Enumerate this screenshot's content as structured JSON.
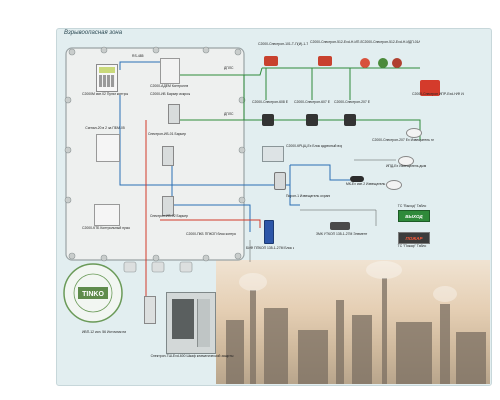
{
  "zone_title": "Взрывоопасная зона",
  "company_seal": "ТД ТИНКО",
  "devices": [
    {
      "id": "s2000m_ex",
      "label": "С2000М исп.02 Пульт контроля и управления"
    },
    {
      "id": "rs485",
      "label": "RS-485"
    },
    {
      "id": "s2000_adem",
      "label": "С2000-АДЕМ Контроллер"
    },
    {
      "id": "s2000_ib",
      "label": "С2000-ИБ Барьер искрозащиты"
    },
    {
      "id": "dpls",
      "label": "ДПЛС"
    },
    {
      "id": "signal20",
      "label": "Сигнал-20 в 2 за ПБМ-05"
    },
    {
      "id": "spectron_ib01",
      "label": "Спектрон-ИБ-01 Барьер искрозащиты"
    },
    {
      "id": "s2000_ktb",
      "label": "С2000-КТБ Контрольный пусковой блок"
    },
    {
      "id": "spectron_ib02",
      "label": "Спектрон-ИБ-02 Барьер искрозащиты"
    },
    {
      "id": "s2000_pkb",
      "label": "С2000-ПКБ ППКОП блок контроля пусковых"
    },
    {
      "id": "spectron_flame",
      "label": "С2000-Спектрон-101-Т-П(И)-1-Т-Ф Извещатель пламени"
    },
    {
      "id": "spectron_512",
      "label": "С2000-Спектрон-512-Exd-Н-ИП-В-Exd-Н-ИП-В Извещатель пламени"
    },
    {
      "id": "spectron_512b",
      "label": "С2000-Спектрон-512-Exd-Н-ИДП-01/02/03 Exd-Н-ИДП-01/02/03 Извещатель пламени"
    },
    {
      "id": "ipr_exd",
      "label": "С2000-Спектрон ИПР-Exd-Н/Ф Извещатель ручной"
    },
    {
      "id": "spectron_608",
      "label": "С2000-Спектрон-608 Ex Извещатель пламени"
    },
    {
      "id": "spectron_607",
      "label": "С2000-Спектрон-607 Ex Извещатель пламени"
    },
    {
      "id": "spectron_207",
      "label": "С2000-Спектрон-207 Exd"
    },
    {
      "id": "ip102",
      "label": "С2000-Спектрон-207 Ex Извещатель пламени"
    },
    {
      "id": "s2000_ip_ex",
      "label": "С2000-КРЦЦ-Ex Блок адресный взрывоз ащищённый"
    },
    {
      "id": "ipd_ex",
      "label": "ИПД-Ex Извещатель дымовой"
    },
    {
      "id": "mk_ex",
      "label": "МК-Ex исп.2 Извещатель магнитоконтактный"
    },
    {
      "id": "ip535",
      "label": "ИПД-Ех Извещатель дымовой"
    },
    {
      "id": "vp_ex",
      "label": "Пирон-1 Извещатель охранный объемный"
    },
    {
      "id": "bif",
      "label": "БИФ ППКОП 135-1-27М Блок интерфейсный взрывозащищенный"
    },
    {
      "id": "zmk",
      "label": "ЗМК УТКОП 135-1-27М Элемент выносной коммутационный"
    },
    {
      "id": "psu",
      "label": "ИВП-12 исп. 56 Источник питания"
    },
    {
      "id": "cabinet",
      "label": "Спектрон-ТШ-Exd-600 Шкаф климатической защиты"
    }
  ],
  "signs": [
    {
      "id": "vyhod",
      "text": "ВЫХОД",
      "label": "ТС \"Выход\" Табло"
    },
    {
      "id": "pozhar",
      "text": "ПОЖАР",
      "label": "ТС \"Пожар\" Табло"
    }
  ],
  "colors": {
    "dpls": "#2e8b3a",
    "rs485": "#2a6fb5",
    "power": "#d23a2a",
    "panel": "#e2eef0"
  }
}
